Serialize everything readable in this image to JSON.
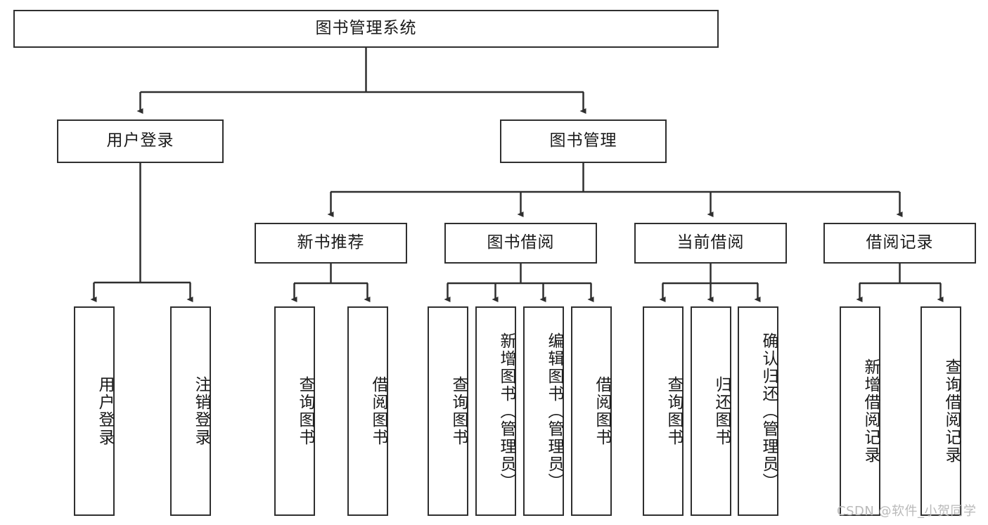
{
  "diagram": {
    "title": "图书管理系统",
    "type": "tree-hierarchy-chart",
    "colors": {
      "box_border": "#2f2f2f",
      "box_fill": "#ffffff",
      "edge": "#2f2f2f",
      "text": "#1a1a1a",
      "watermark": "#b9b9b9"
    }
  },
  "nodes": {
    "root": {
      "label": "图书管理系统"
    },
    "level2": [
      {
        "id": "user-login",
        "label": "用户登录"
      },
      {
        "id": "book-management",
        "label": "图书管理"
      }
    ],
    "level3": [
      {
        "id": "new-book-recommend",
        "label": "新书推荐"
      },
      {
        "id": "book-borrow",
        "label": "图书借阅"
      },
      {
        "id": "current-borrow",
        "label": "当前借阅"
      },
      {
        "id": "borrow-record",
        "label": "借阅记录"
      }
    ],
    "leaves": {
      "user-login": [
        {
          "id": "leaf-user-login",
          "label": "用户登录"
        },
        {
          "id": "leaf-logout-login",
          "label": "注销登录"
        }
      ],
      "new-book-recommend": [
        {
          "id": "leaf-query-book-1",
          "label": "查询图书"
        },
        {
          "id": "leaf-borrow-book-1",
          "label": "借阅图书"
        }
      ],
      "book-borrow": [
        {
          "id": "leaf-query-book-2",
          "label": "查询图书"
        },
        {
          "id": "leaf-add-book",
          "label": "新增图书（管理员）"
        },
        {
          "id": "leaf-edit-book",
          "label": "编辑图书（管理员）"
        },
        {
          "id": "leaf-borrow-book-2",
          "label": "借阅图书"
        }
      ],
      "current-borrow": [
        {
          "id": "leaf-query-book-3",
          "label": "查询图书"
        },
        {
          "id": "leaf-return-book",
          "label": "归还图书"
        },
        {
          "id": "leaf-confirm-return",
          "label": "确认归还（管理员）"
        }
      ],
      "borrow-record": [
        {
          "id": "leaf-add-record",
          "label": "新增借阅记录"
        },
        {
          "id": "leaf-query-record",
          "label": "查询借阅记录"
        }
      ]
    }
  },
  "watermark": {
    "text": "CSDN @软件_小贺同学"
  }
}
